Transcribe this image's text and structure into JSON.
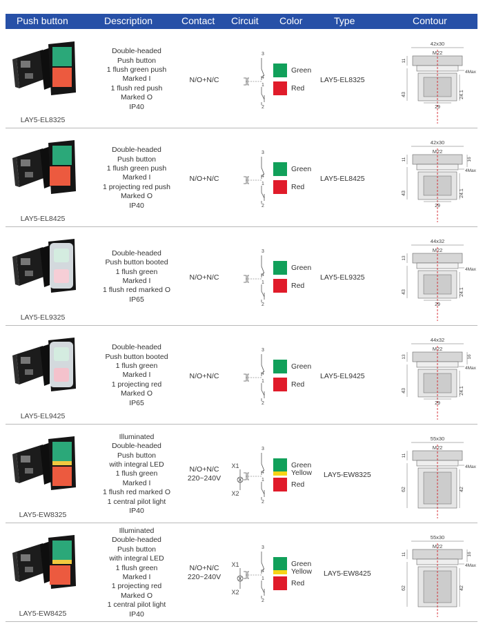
{
  "header": {
    "col_push_button": "Push button",
    "col_description": "Description",
    "col_contact": "Contact",
    "col_circuit": "Circuit",
    "col_color": "Color",
    "col_type": "Type",
    "col_contour": "Contour"
  },
  "colors": {
    "header_bg": "#2750a7",
    "green": "#11a05a",
    "red": "#e01b2a",
    "yellow": "#f6d417",
    "center_line": "#d3222a"
  },
  "circuit_labels": {
    "t3": "3",
    "t4": "4",
    "t1": "1",
    "t2": "2",
    "x1": "X1",
    "x2": "X2"
  },
  "contour_labels": {
    "m22": "M22",
    "max4": "4Max",
    "d11": "11",
    "d13": "13",
    "d16": "16",
    "d24": "24.1",
    "d29": "29",
    "d43": "43",
    "d62": "62",
    "d42": "42"
  },
  "rows": [
    {
      "model": "LAY5-EL8325",
      "description": [
        "Double-headed",
        "Push button",
        "1 flush green push",
        "Marked I",
        "1 flush red push",
        "Marked O",
        "IP40"
      ],
      "contact": [
        "N/O+N/C"
      ],
      "colors": [
        "Green",
        "Red"
      ],
      "type": "LAY5-EL8325",
      "size": "42x30"
    },
    {
      "model": "LAY5-EL8425",
      "description": [
        "Double-headed",
        "Push button",
        "1 flush green push",
        "Marked I",
        "1 projecting red push",
        "Marked O",
        "IP40"
      ],
      "contact": [
        "N/O+N/C"
      ],
      "colors": [
        "Green",
        "Red"
      ],
      "type": "LAY5-EL8425",
      "size": "42x30"
    },
    {
      "model": "LAY5-EL9325",
      "description": [
        "Double-headed",
        "Push button booted",
        "1 flush green",
        "Marked I",
        "1 flush red marked O",
        "IP65"
      ],
      "contact": [
        "N/O+N/C"
      ],
      "colors": [
        "Green",
        "Red"
      ],
      "type": "LAY5-EL9325",
      "size": "44x32"
    },
    {
      "model": "LAY5-EL9425",
      "description": [
        "Double-headed",
        "Push button  booted",
        "1 flush green",
        "Marked I",
        "1 projecting red",
        "Marked O",
        "IP65"
      ],
      "contact": [
        "N/O+N/C"
      ],
      "colors": [
        "Green",
        "Red"
      ],
      "type": "LAY5-EL9425",
      "size": "44x32"
    },
    {
      "model": "LAY5-EW8325",
      "description": [
        "Illuminated",
        "Double-headed",
        "Push button",
        "with integral LED",
        "1 flush green",
        "Marked I",
        "1 flush red marked O",
        "1 central pilot light",
        "IP40"
      ],
      "contact": [
        "N/O+N/C",
        "220~240V"
      ],
      "colors": [
        "Green",
        "Yellow",
        "Red"
      ],
      "type": "LAY5-EW8325",
      "size": "55x30"
    },
    {
      "model": "LAY5-EW8425",
      "description": [
        "Illuminated",
        "Double-headed",
        "Push button",
        "with integral LED",
        "1 flush green",
        "Marked I",
        "1 projecting red",
        "Marked O",
        "1 central pilot light",
        "IP40"
      ],
      "contact": [
        "N/O+N/C",
        "220~240V"
      ],
      "colors": [
        "Green",
        "Yellow",
        "Red"
      ],
      "type": "LAY5-EW8425",
      "size": "55x30"
    }
  ]
}
